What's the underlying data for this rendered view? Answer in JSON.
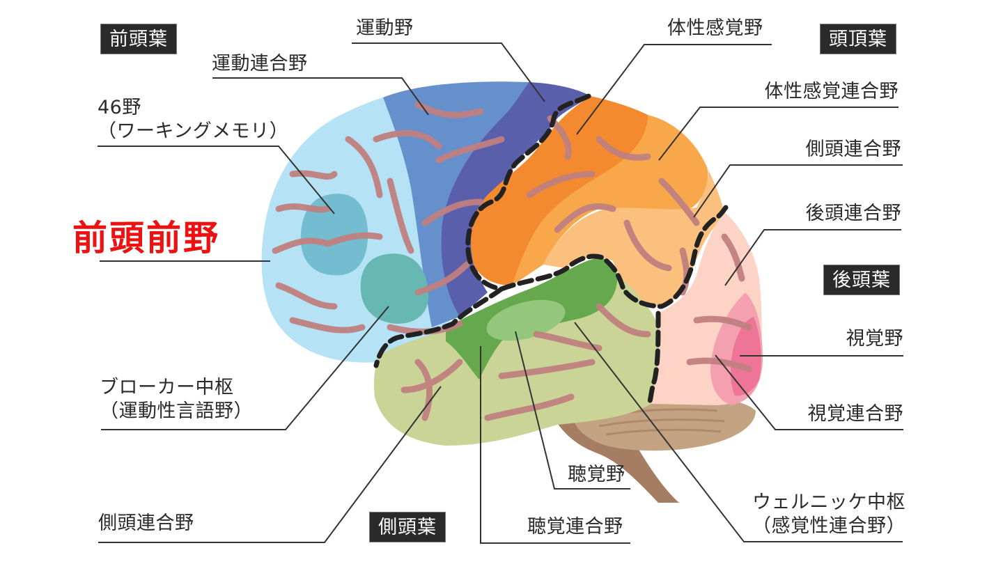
{
  "diagram": {
    "subject": "Brain functional areas (lateral view)",
    "lobe_tags": {
      "frontal": "前頭葉",
      "parietal": "頭頂葉",
      "occipital": "後頭葉",
      "temporal": "側頭葉"
    },
    "highlight": {
      "label": "前頭前野",
      "color": "#ee1111"
    },
    "labels_left": {
      "motor_association": "運動連合野",
      "area46_line1": "46野",
      "area46_line2": "（ワーキングメモリ）",
      "broca_line1": "ブローカー中枢",
      "broca_line2": "（運動性言語野）",
      "temporal_association": "側頭連合野"
    },
    "labels_top": {
      "motor_area": "運動野",
      "somatosensory_area": "体性感覚野"
    },
    "labels_right": {
      "somatosensory_association": "体性感覚連合野",
      "temporal_association": "側頭連合野",
      "occipital_association": "後頭連合野",
      "visual_area": "視覚野",
      "visual_association": "視覚連合野",
      "wernicke_line1": "ウェルニッケ中枢",
      "wernicke_line2": "（感覚性連合野）"
    },
    "labels_bottom": {
      "auditory_area": "聴覚野",
      "auditory_association": "聴覚連合野"
    },
    "colors": {
      "prefrontal": "#b5e3f5",
      "area46": "#74bccf",
      "broca": "#67b8b2",
      "premotor": "#6690cc",
      "motor": "#5a5fab",
      "somatosensory": "#f48a30",
      "somatosensory_assoc": "#f8a84a",
      "parietal_assoc": "#fbc07e",
      "occipital_assoc": "#fcd3c4",
      "visual_assoc": "#f4a0b0",
      "visual": "#ef7598",
      "temporal_assoc": "#c9d496",
      "wernicke": "#66a84e",
      "auditory": "#94c77c",
      "sulci": "#c08080",
      "cerebellum": "#c4a383",
      "brainstem": "#a47d63",
      "boundary": "#222222",
      "leader_line": "#333333"
    }
  }
}
